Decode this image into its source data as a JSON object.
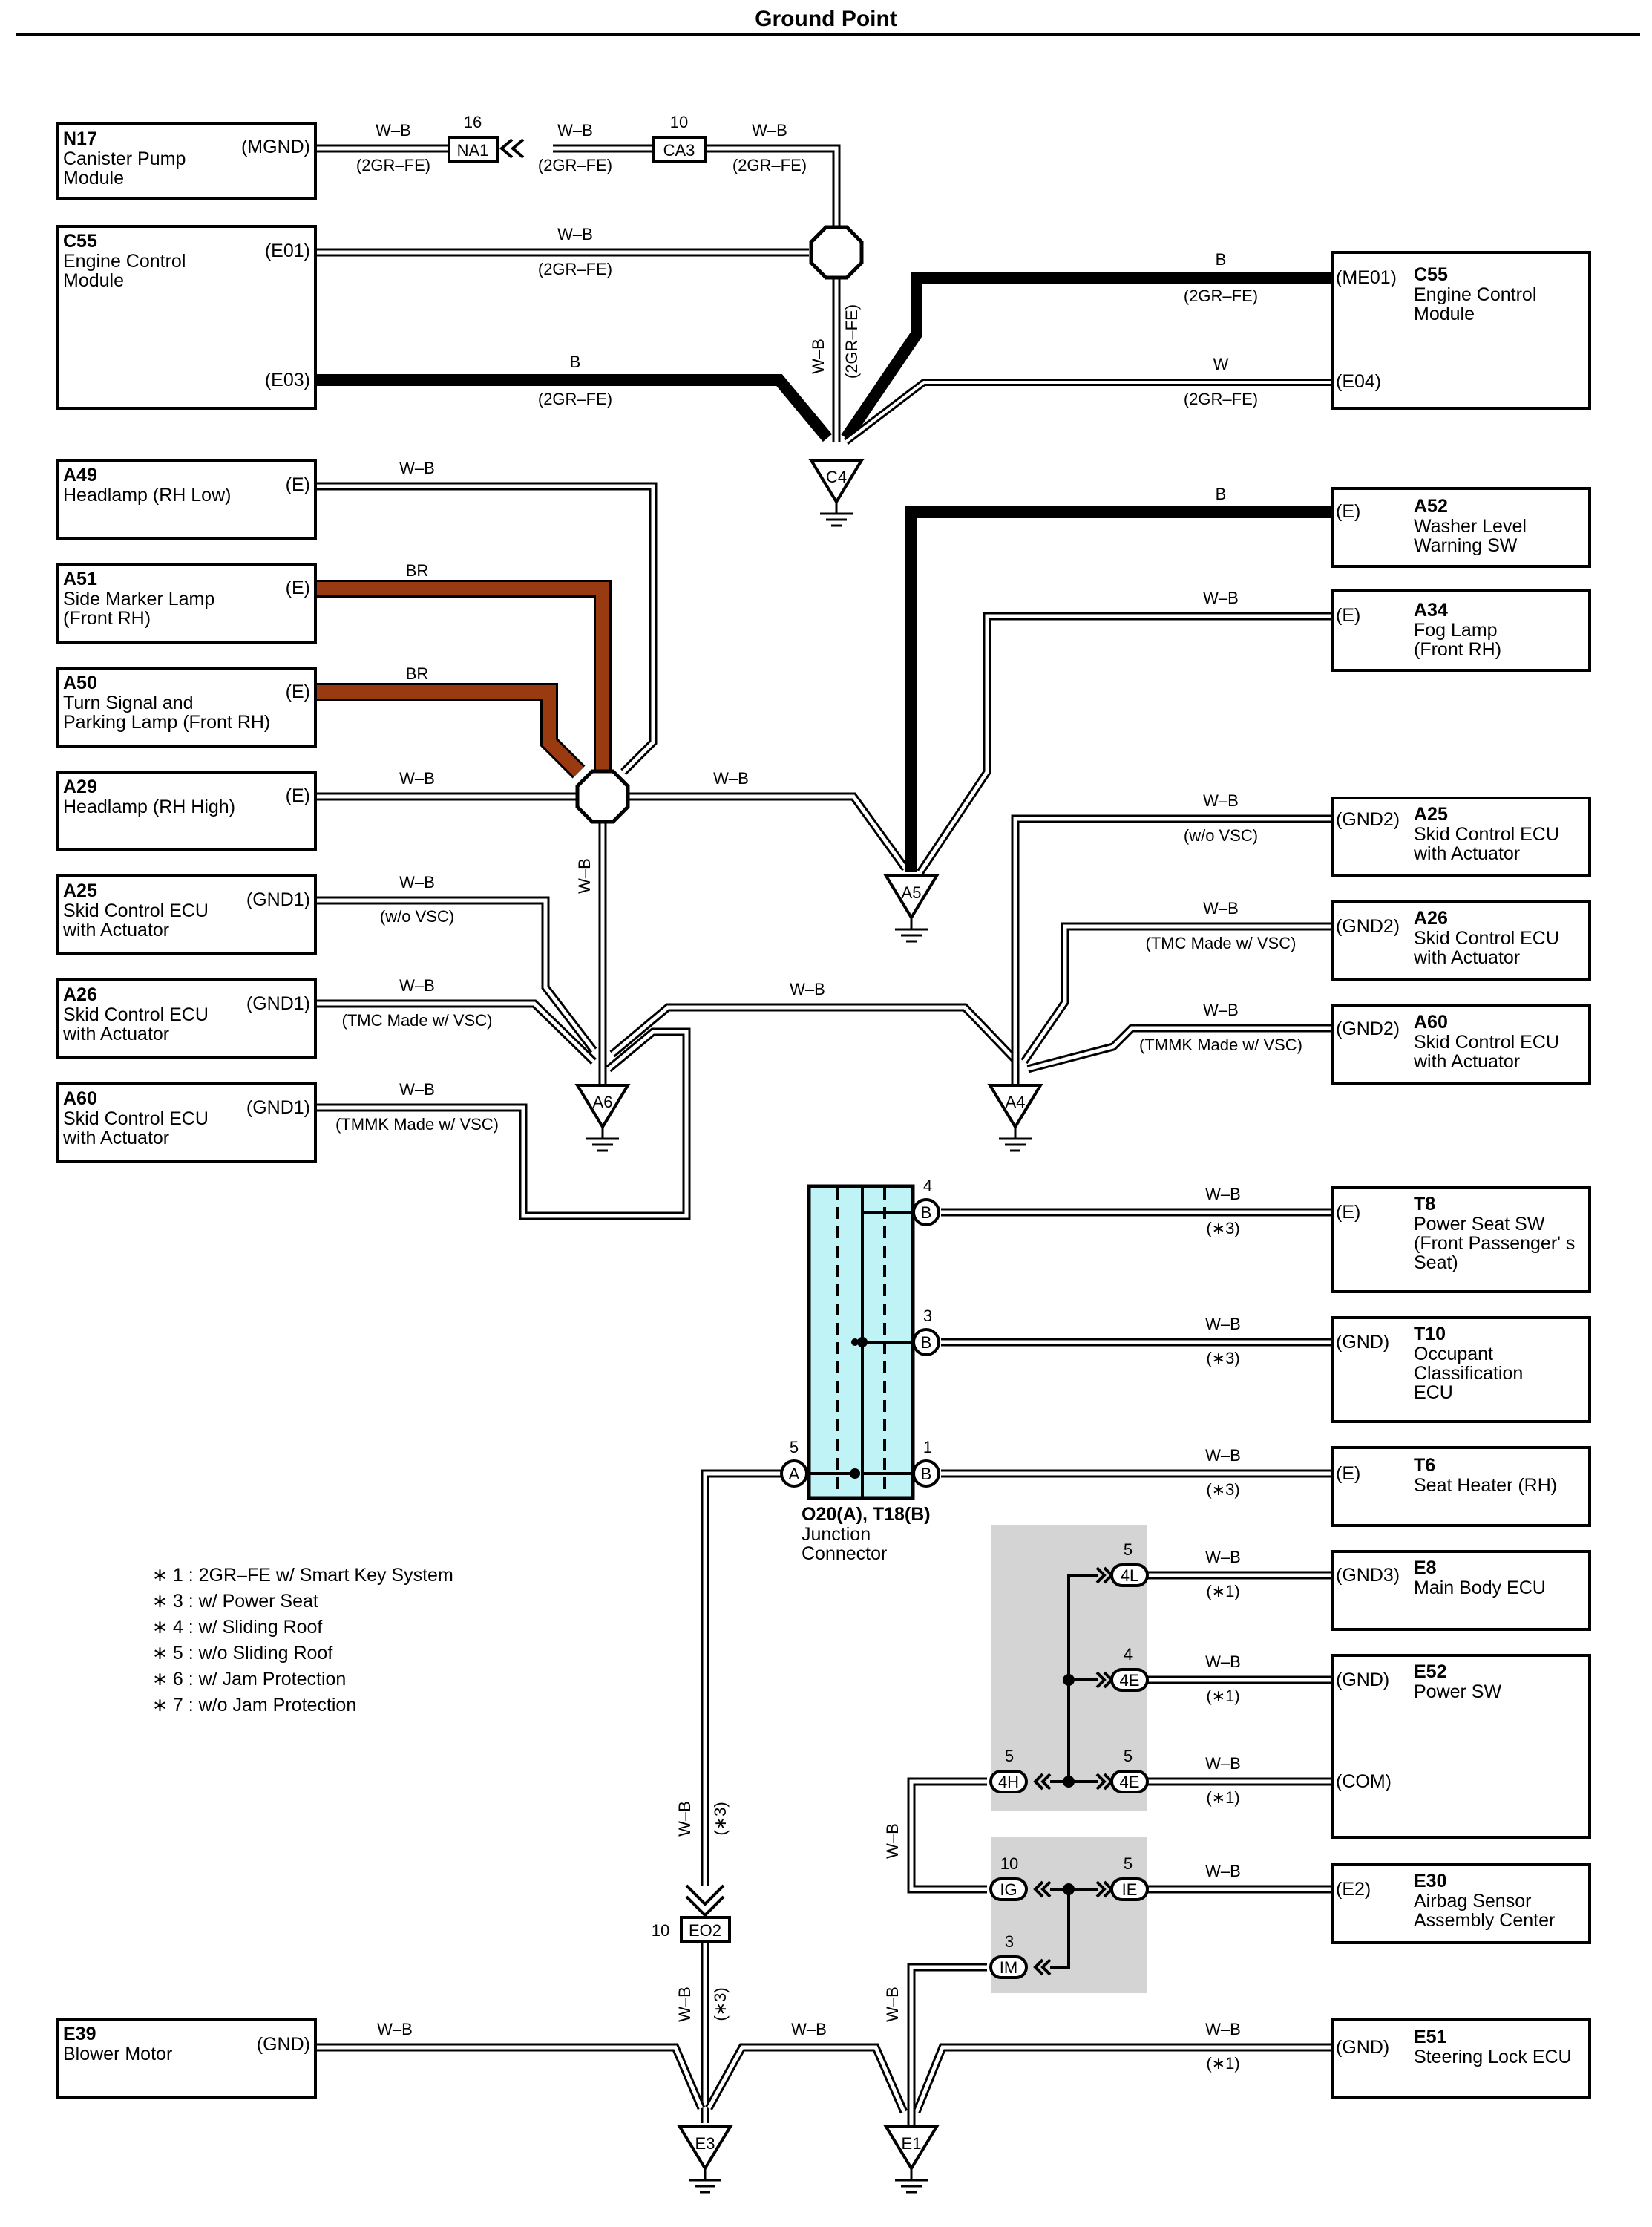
{
  "page": {
    "title": "Ground Point"
  },
  "colors": {
    "wire_WB": "#ffffff",
    "wire_B": "#000000",
    "wire_BR": "#9a3a10",
    "junction_fill": "#bff3f5",
    "shade": "#d4d4d4"
  },
  "components": [
    {
      "id": "N17",
      "name": "Canister Pump Module",
      "pin": "(MGND)"
    },
    {
      "id": "C55",
      "name": "Engine Control Module",
      "pin1": "(E01)",
      "pin2": "(E03)"
    },
    {
      "id": "C55",
      "name": "Engine Control Module",
      "pin1": "(ME01)",
      "pin2": "(E04)"
    },
    {
      "id": "A49",
      "name": "Headlamp (RH Low)",
      "pin": "(E)"
    },
    {
      "id": "A51",
      "name": "Side Marker Lamp (Front RH)",
      "pin": "(E)"
    },
    {
      "id": "A50",
      "name": "Turn Signal and Parking Lamp (Front RH)",
      "pin": "(E)"
    },
    {
      "id": "A29",
      "name": "Headlamp (RH High)",
      "pin": "(E)"
    },
    {
      "id": "A25",
      "name": "Skid Control ECU with Actuator",
      "pin": "(GND1)"
    },
    {
      "id": "A26",
      "name": "Skid Control ECU with Actuator",
      "pin": "(GND1)"
    },
    {
      "id": "A60",
      "name": "Skid Control ECU with Actuator",
      "pin": "(GND1)"
    },
    {
      "id": "A52",
      "name": "Washer Level Warning SW",
      "pin": "(E)"
    },
    {
      "id": "A34",
      "name": "Fog Lamp (Front RH)",
      "pin": "(E)"
    },
    {
      "id": "A25",
      "name": "Skid Control ECU with Actuator",
      "pin": "(GND2)"
    },
    {
      "id": "A26",
      "name": "Skid Control ECU with Actuator",
      "pin": "(GND2)"
    },
    {
      "id": "A60",
      "name": "Skid Control ECU with Actuator",
      "pin": "(GND2)"
    },
    {
      "id": "T8",
      "name": "Power Seat SW (Front Passenger' s Seat)",
      "pin": "(E)"
    },
    {
      "id": "T10",
      "name": "Occupant Classification ECU",
      "pin": "(GND)"
    },
    {
      "id": "T6",
      "name": "Seat Heater (RH)",
      "pin": "(E)"
    },
    {
      "id": "E8",
      "name": "Main Body ECU",
      "pin": "(GND3)"
    },
    {
      "id": "E52",
      "name": "Power SW",
      "pin1": "(GND)",
      "pin2": "(COM)"
    },
    {
      "id": "E30",
      "name": "Airbag Sensor Assembly Center",
      "pin": "(E2)"
    },
    {
      "id": "E51",
      "name": "Steering Lock ECU",
      "pin": "(GND)"
    },
    {
      "id": "E39",
      "name": "Blower Motor",
      "pin": "(GND)"
    }
  ],
  "wire_colors": {
    "wb": "W–B",
    "b": "B",
    "w": "W",
    "br": "BR"
  },
  "conditions": {
    "gr": "(2GR–FE)",
    "novsc": "(w/o VSC)",
    "tmc": "(TMC Made w/ VSC)",
    "tmmk": "(TMMK Made w/ VSC)",
    "s3": "(∗3)",
    "s1": "(∗1)"
  },
  "grounds": [
    "C4",
    "A5",
    "A6",
    "A4",
    "E3",
    "E1"
  ],
  "connectors": {
    "na1": {
      "id": "NA1",
      "pin": "16"
    },
    "ca3": {
      "id": "CA3",
      "pin": "10"
    },
    "eo2": {
      "id": "EO2",
      "pin": "10"
    },
    "j_pins": {
      "p4": "4",
      "p3": "3",
      "p1": "1",
      "p5": "5",
      "a": "A",
      "b": "B"
    },
    "bus": [
      {
        "id": "4L",
        "pin": "5"
      },
      {
        "id": "4E",
        "pin": "4"
      },
      {
        "id": "4H",
        "pin": "5"
      },
      {
        "id": "4E",
        "pin": "5"
      },
      {
        "id": "IG",
        "pin": "10"
      },
      {
        "id": "IE",
        "pin": "5"
      },
      {
        "id": "IM",
        "pin": "3"
      }
    ]
  },
  "junction_connector": {
    "label": "O20(A), T18(B)",
    "name": "Junction Connector"
  },
  "notes": [
    "∗ 1 : 2GR–FE w/ Smart Key System",
    "∗ 3 : w/ Power Seat",
    "∗ 4 : w/ Sliding Roof",
    "∗ 5 : w/o Sliding Roof",
    "∗ 6 : w/ Jam Protection",
    "∗ 7 : w/o Jam Protection"
  ]
}
